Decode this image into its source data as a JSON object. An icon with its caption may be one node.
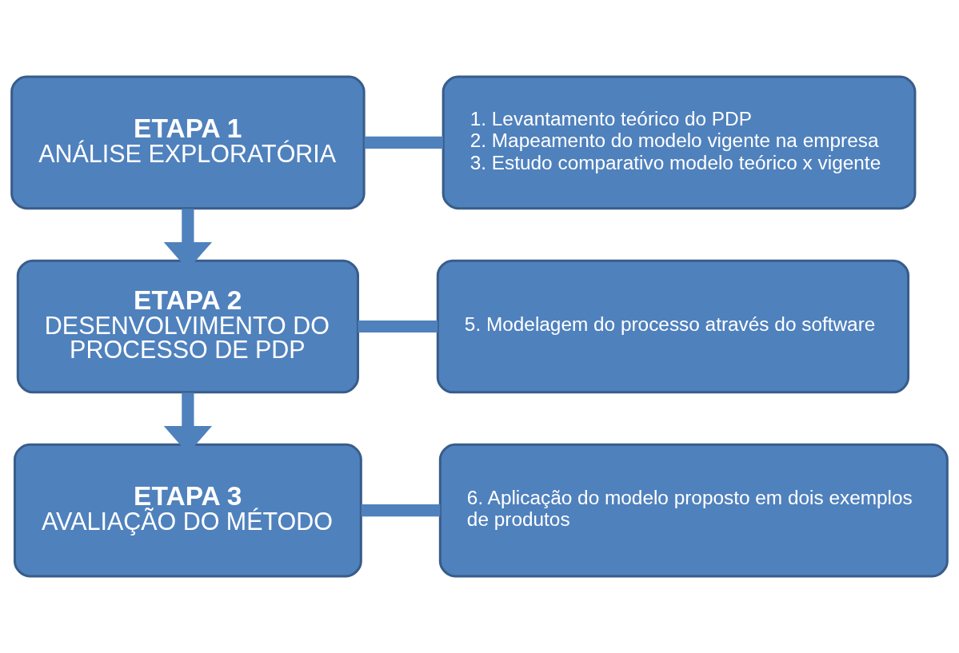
{
  "diagram": {
    "nodes": [
      {
        "text": [
          "ETAPA 1",
          "ANÁLISE EXPLORATÓRIA"
        ]
      },
      {
        "text": [
          "1. Levantamento teórico do PDP",
          "2. Mapeamento do modelo vigente na empresa",
          "3. Estudo comparativo modelo teórico x vigente"
        ]
      },
      {
        "text": [
          "ETAPA 2",
          "DESENVOLVIMENTO DO PROCESSO DE PDP"
        ]
      },
      {
        "text": [
          "5. Modelagem do processo através do software"
        ]
      },
      {
        "text": [
          "ETAPA 3",
          "AVALIAÇÃO DO MÉTODO"
        ]
      },
      {
        "text": [
          "6. Aplicação do modelo proposto em dois exemplos de produtos"
        ]
      }
    ],
    "edges": [
      {
        "from": 0,
        "to": 1,
        "arrow": "none"
      },
      {
        "from": 0,
        "to": 2,
        "arrow": "to"
      },
      {
        "from": 2,
        "to": 3,
        "arrow": "none"
      },
      {
        "from": 2,
        "to": 4,
        "arrow": "to"
      },
      {
        "from": 4,
        "to": 5,
        "arrow": "none"
      }
    ]
  }
}
